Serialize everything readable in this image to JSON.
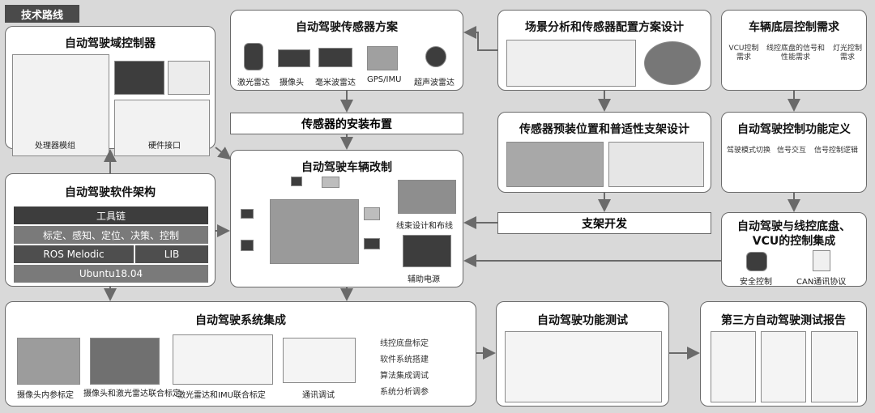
{
  "corner_tag": "技术路线",
  "domain_controller": {
    "title": "自动驾驶域控制器",
    "caption_left": "处理器模组",
    "caption_right": "硬件接口"
  },
  "sensor_plan": {
    "title": "自动驾驶传感器方案",
    "items": [
      "激光雷达",
      "摄像头",
      "毫米波雷达",
      "GPS/IMU",
      "超声波雷达"
    ]
  },
  "scene_analysis": {
    "title": "场景分析和传感器配置方案设计"
  },
  "chassis_requirements": {
    "title": "车辆底层控制需求",
    "items": [
      "VCU控制需求",
      "线控底盘的信号和性能需求",
      "灯光控制需求"
    ]
  },
  "sensor_install": {
    "label": "传感器的安装布置"
  },
  "sensor_bracket": {
    "title": "传感器预装位置和普适性支架设计"
  },
  "control_function": {
    "title": "自动驾驶控制功能定义",
    "items": [
      "驾驶模式切换",
      "信号交互",
      "信号控制逻辑"
    ]
  },
  "software_arch": {
    "title": "自动驾驶软件架构",
    "rows": [
      "工具链",
      "标定、感知、定位、决策、控制",
      "ROS Melodic",
      "LIB",
      "Ubuntu18.04"
    ]
  },
  "vehicle_mod": {
    "title": "自动驾驶车辆改制",
    "caption_1": "线束设计和布线",
    "caption_2": "辅助电源"
  },
  "bracket_dev": {
    "label": "支架开发"
  },
  "vcu_integration": {
    "title_line1": "自动驾驶与线控底盘、",
    "title_line2": "VCU的控制集成",
    "caption_left": "安全控制",
    "caption_right": "CAN通讯协议"
  },
  "system_integration": {
    "title": "自动驾驶系统集成",
    "captions": [
      "摄像头内参标定",
      "摄像头和激光雷达联合标定",
      "激光雷达和IMU联合标定",
      "通讯调试"
    ],
    "list": [
      "线控底盘标定",
      "软件系统搭建",
      "算法集成调试",
      "系统分析调参"
    ]
  },
  "function_test": {
    "title": "自动驾驶功能测试"
  },
  "third_party_report": {
    "title": "第三方自动驾驶测试报告"
  },
  "colors": {
    "border": "#6a6a6a",
    "background": "#d9d9d9",
    "dark": "#3d3d3d"
  }
}
